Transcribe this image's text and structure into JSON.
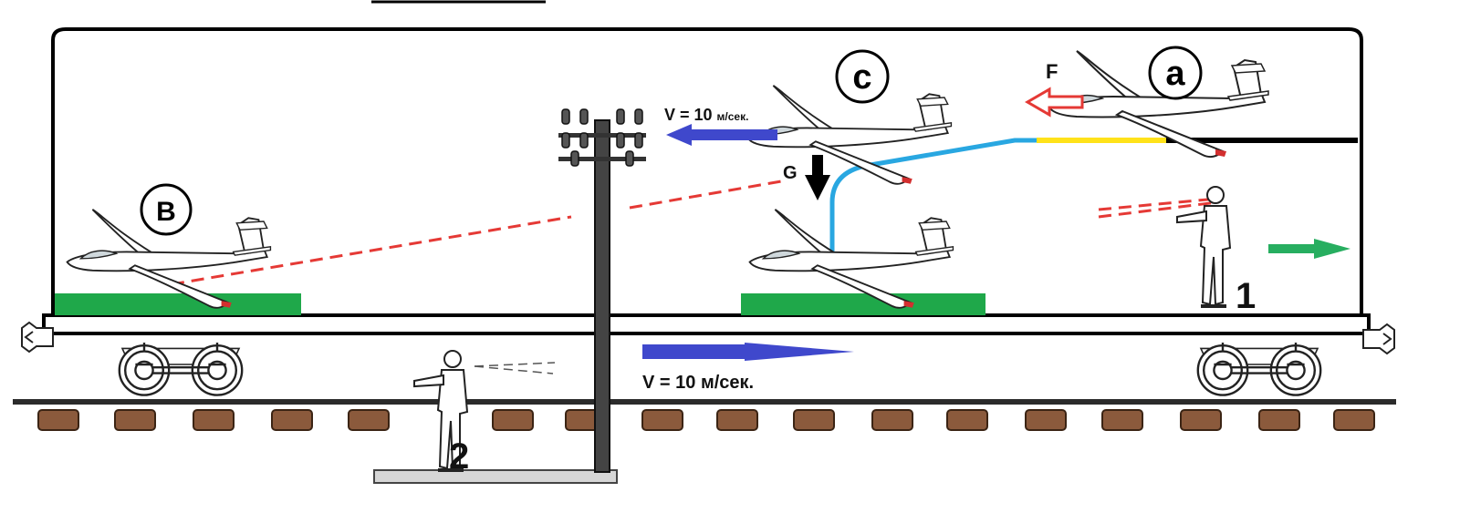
{
  "labels": {
    "a": "a",
    "b": "B",
    "c": "c",
    "force_f": "F",
    "force_g": "G",
    "person_1": "1",
    "person_2": "2"
  },
  "velocity": {
    "car_speed_number": "V = 10 ",
    "car_speed_unit": "м/сек.",
    "glider_speed_number": "V = 10 ",
    "glider_speed_unit": "м/сек."
  },
  "colors": {
    "car_outline": "#000000",
    "ground_pad": "#1fa84a",
    "tow_rope_black": "#000000",
    "tow_rope_yellow": "#ffe21a",
    "tow_rope_blue": "#29a7e1",
    "sight_line": "#e53935",
    "velocity_arrow": "#3f48cc",
    "motion_arrow_green": "#27ae60",
    "force_arrow_red": "#e53935",
    "sleeper": "#8b5a3c",
    "rail": "#2b2b2b"
  }
}
